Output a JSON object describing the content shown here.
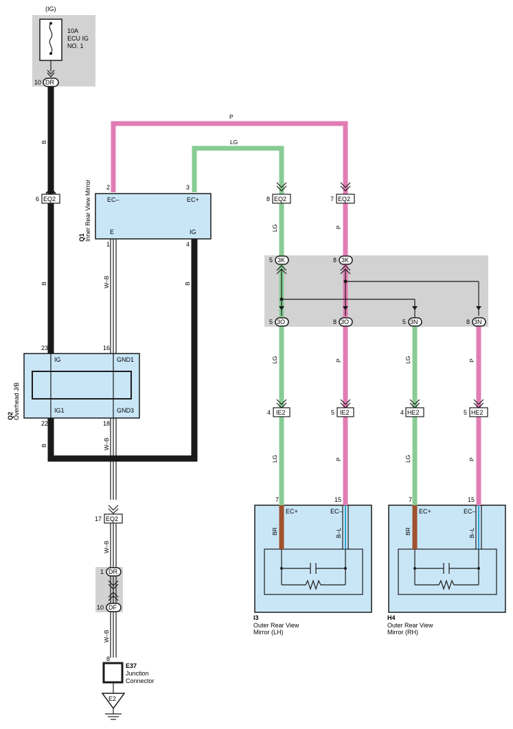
{
  "power": {
    "supply": "(IG)",
    "fuse_amp": "10A",
    "fuse_name1": "ECU IG",
    "fuse_name2": "NO. 1",
    "pin": "10",
    "conn": "DR"
  },
  "wires": {
    "b": "B",
    "p": "P",
    "lg": "LG",
    "wb": "W–B",
    "br": "BR",
    "bl": "B–L"
  },
  "colors": {
    "black": "#1a1a1a",
    "pink": "#e27db4",
    "green": "#88cc94",
    "brown": "#a0522d",
    "component": "#c9e6f7",
    "gray": "#d2d2d3"
  },
  "q1": {
    "code": "Q1",
    "name": "Inner Rear View Mirror",
    "pin_ec_minus": "2",
    "pin_ec_plus": "3",
    "pin_e": "1",
    "pin_ig": "4",
    "term_ec_minus": "EC–",
    "term_ec_plus": "EC+",
    "term_e": "E",
    "term_ig": "IG"
  },
  "q2": {
    "code": "Q2",
    "name": "Overhead J/B",
    "pin_ig": "23",
    "pin_gnd1": "16",
    "pin_ig1": "22",
    "pin_gnd3": "18",
    "term_ig": "IG",
    "term_gnd1": "GND1",
    "term_ig1": "IG1",
    "term_gnd3": "GND3"
  },
  "connectors": {
    "eq2_b": {
      "pin": "6",
      "name": "EQ2"
    },
    "eq2_lg": {
      "pin": "8",
      "name": "EQ2"
    },
    "eq2_p": {
      "pin": "7",
      "name": "EQ2"
    },
    "eq2_wb": {
      "pin": "17",
      "name": "EQ2"
    },
    "k3_lg": {
      "pin": "5",
      "name": "3K"
    },
    "k3_p": {
      "pin": "8",
      "name": "3K"
    },
    "o3_lg": {
      "pin": "5",
      "name": "3O"
    },
    "o3_p": {
      "pin": "8",
      "name": "3O"
    },
    "n3_lg": {
      "pin": "5",
      "name": "3N"
    },
    "n3_p": {
      "pin": "8",
      "name": "3N"
    },
    "ie2_lg": {
      "pin": "4",
      "name": "IE2"
    },
    "ie2_p": {
      "pin": "5",
      "name": "IE2"
    },
    "he2_lg": {
      "pin": "4",
      "name": "HE2"
    },
    "he2_p": {
      "pin": "5",
      "name": "HE2"
    },
    "dr": {
      "pin": "1",
      "name": "DR"
    },
    "df": {
      "pin": "10",
      "name": "DF"
    }
  },
  "i3": {
    "code": "I3",
    "name1": "Outer Rear View",
    "name2": "Mirror (LH)",
    "pin_ec_plus": "7",
    "pin_ec_minus": "15",
    "term_ec_plus": "EC+",
    "term_ec_minus": "EC–"
  },
  "h4": {
    "code": "H4",
    "name1": "Outer Rear View",
    "name2": "Mirror (RH)",
    "pin_ec_plus": "7",
    "pin_ec_minus": "15",
    "term_ec_plus": "EC+",
    "term_ec_minus": "EC–"
  },
  "e37": {
    "code": "E37",
    "name1": "Junction",
    "name2": "Connector",
    "pin": "8"
  },
  "ground": {
    "name": "E2"
  }
}
